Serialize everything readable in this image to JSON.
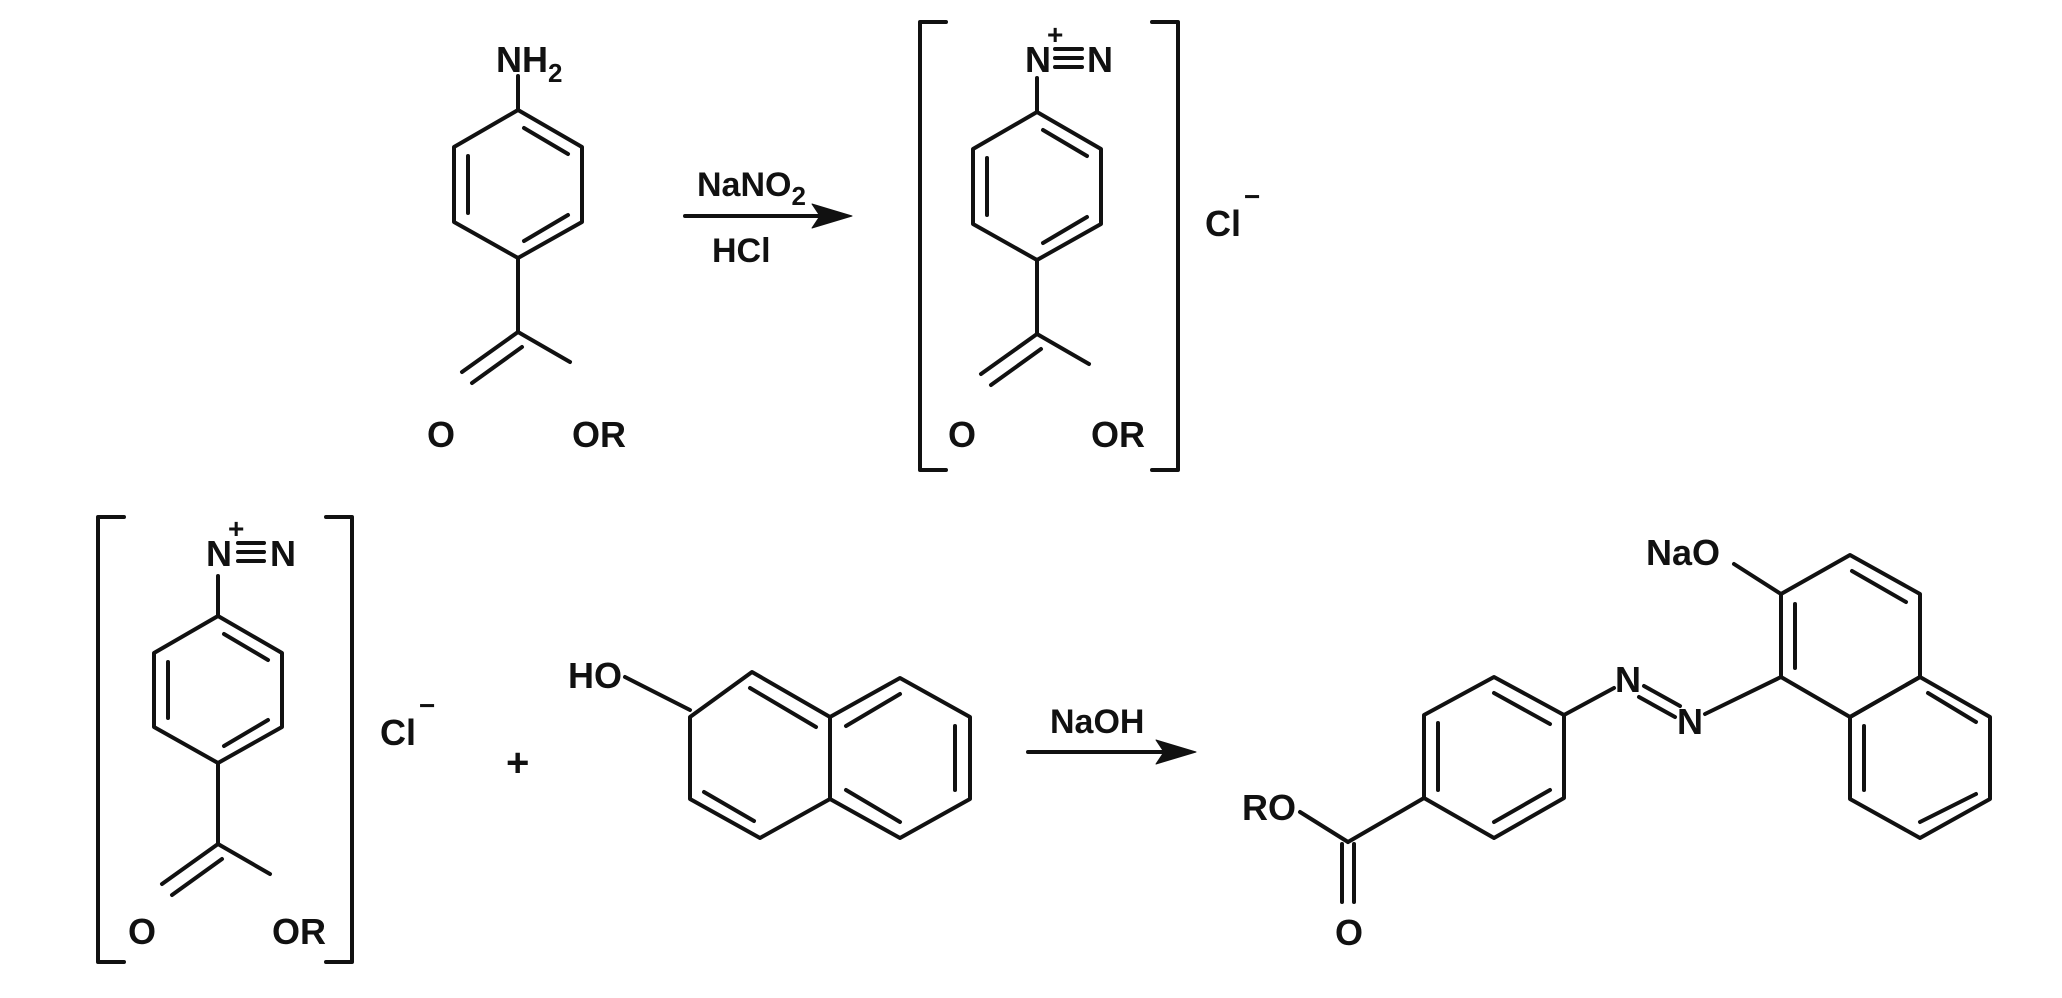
{
  "reaction1": {
    "reactant": {
      "amine_symbol": "NH",
      "amine_subscript": "2",
      "carbonyl_o": "O",
      "ester_or": "OR"
    },
    "reagent_top": "NaNO",
    "reagent_top_subscript": "2",
    "reagent_bottom": "HCl",
    "product": {
      "n1": "N",
      "n1_charge": "+",
      "n2": "N",
      "carbonyl_o": "O",
      "ester_or": "OR",
      "counterion": "Cl",
      "counterion_charge": "−"
    }
  },
  "reaction2": {
    "diazonium": {
      "n1": "N",
      "n1_charge": "+",
      "n2": "N",
      "carbonyl_o": "O",
      "ester_or": "OR",
      "counterion": "Cl",
      "counterion_charge": "−"
    },
    "plus": "+",
    "naphthol": {
      "hydroxyl": "HO"
    },
    "reagent": "NaOH",
    "product": {
      "ester_ro": "RO",
      "carbonyl_o": "O",
      "azo_n1": "N",
      "azo_n2": "N",
      "naphthoxide": "NaO"
    }
  }
}
